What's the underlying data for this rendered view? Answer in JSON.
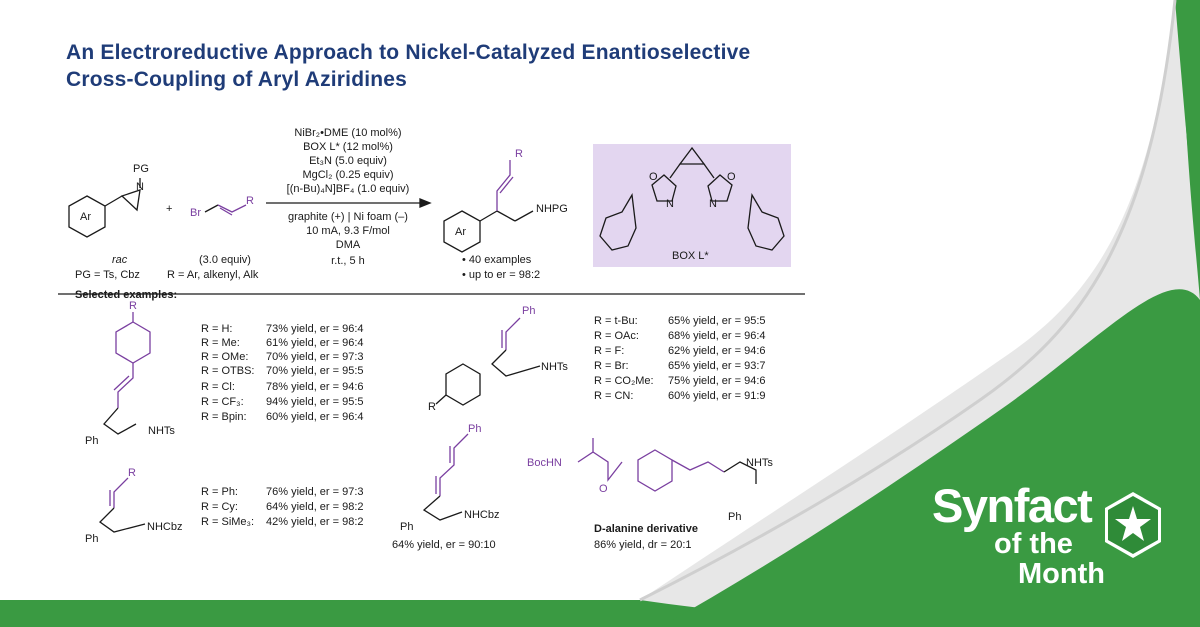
{
  "title": {
    "line1": "An Electroreductive Approach to Nickel-Catalyzed Enantioselective",
    "line2": "Cross-Coupling of Aryl Aziridines"
  },
  "scheme": {
    "conditions_above": [
      "NiBr₂•DME (10 mol%)",
      "BOX L* (12 mol%)",
      "Et₃N (5.0 equiv)",
      "MgCl₂ (0.25 equiv)",
      "[(n-Bu)₄N]BF₄ (1.0 equiv)"
    ],
    "conditions_below": [
      "graphite (+) | Ni foam (–)",
      "10 mA, 9.3 F/mol",
      "DMA",
      "r.t., 5 h"
    ],
    "aziridine": {
      "pg": "PG",
      "n": "N",
      "ar": "Ar",
      "rac": "rac",
      "pg_def": "PG = Ts, Cbz"
    },
    "plus": "+",
    "alkene": {
      "br": "Br",
      "r": "R",
      "equiv": "(3.0 equiv)",
      "r_def": "R = Ar, alkenyl, Alk"
    },
    "product": {
      "r": "R",
      "nhpg": "NHPG",
      "ar": "Ar",
      "bullet1": "• 40 examples",
      "bullet2": "• up to er = 98:2"
    },
    "ligand": {
      "label": "BOX L*",
      "o1": "O",
      "o2": "O",
      "n1": "N",
      "n2": "N"
    }
  },
  "selected_label": "Selected examples:",
  "example1": {
    "r_top": "R",
    "ph": "Ph",
    "nhts": "NHTs",
    "rows": [
      [
        "R = H:",
        "73% yield, er = 96:4"
      ],
      [
        "R = Me:",
        "61% yield, er = 96:4"
      ],
      [
        "R = OMe:",
        "70% yield, er = 97:3"
      ],
      [
        "R = OTBS:",
        "70% yield, er = 95:5"
      ],
      [
        "R = Cl:",
        "78% yield, er = 94:6"
      ],
      [
        "R = CF₃:",
        "94% yield, er = 95:5"
      ],
      [
        "R = Bpin:",
        "60% yield, er = 96:4"
      ]
    ]
  },
  "example2": {
    "ph_top": "Ph",
    "nhts": "NHTs",
    "r": "R",
    "rows": [
      [
        "R = t-Bu:",
        "65% yield, er = 95:5"
      ],
      [
        "R = OAc:",
        "68% yield, er = 96:4"
      ],
      [
        "R = F:",
        "62% yield, er = 94:6"
      ],
      [
        "R = Br:",
        "65% yield, er = 93:7"
      ],
      [
        "R = CO₂Me:",
        "75% yield, er = 94:6"
      ],
      [
        "R = CN:",
        "60% yield, er = 91:9"
      ]
    ]
  },
  "example3": {
    "r": "R",
    "ph": "Ph",
    "nhcbz": "NHCbz",
    "rows": [
      [
        "R = Ph:",
        "76% yield, er = 97:3"
      ],
      [
        "R = Cy:",
        "64% yield, er = 98:2"
      ],
      [
        "R = SiMe₃:",
        "42% yield, er = 98:2"
      ]
    ]
  },
  "example4": {
    "ph_top": "Ph",
    "ph": "Ph",
    "nhcbz": "NHCbz",
    "result": "64% yield, er = 90:10"
  },
  "example5": {
    "bochn": "BocHN",
    "o": "O",
    "nhts": "NHTs",
    "ph": "Ph",
    "name": "D-alanine derivative",
    "result": "86% yield, dr = 20:1"
  },
  "logo": {
    "word1": "Synfact",
    "word2": "of the",
    "word3": "Month"
  },
  "colors": {
    "title": "#1f3c78",
    "accent_purple": "#7a3fa0",
    "ligand_box": "#e3d6f0",
    "green": "#3a9a42"
  }
}
